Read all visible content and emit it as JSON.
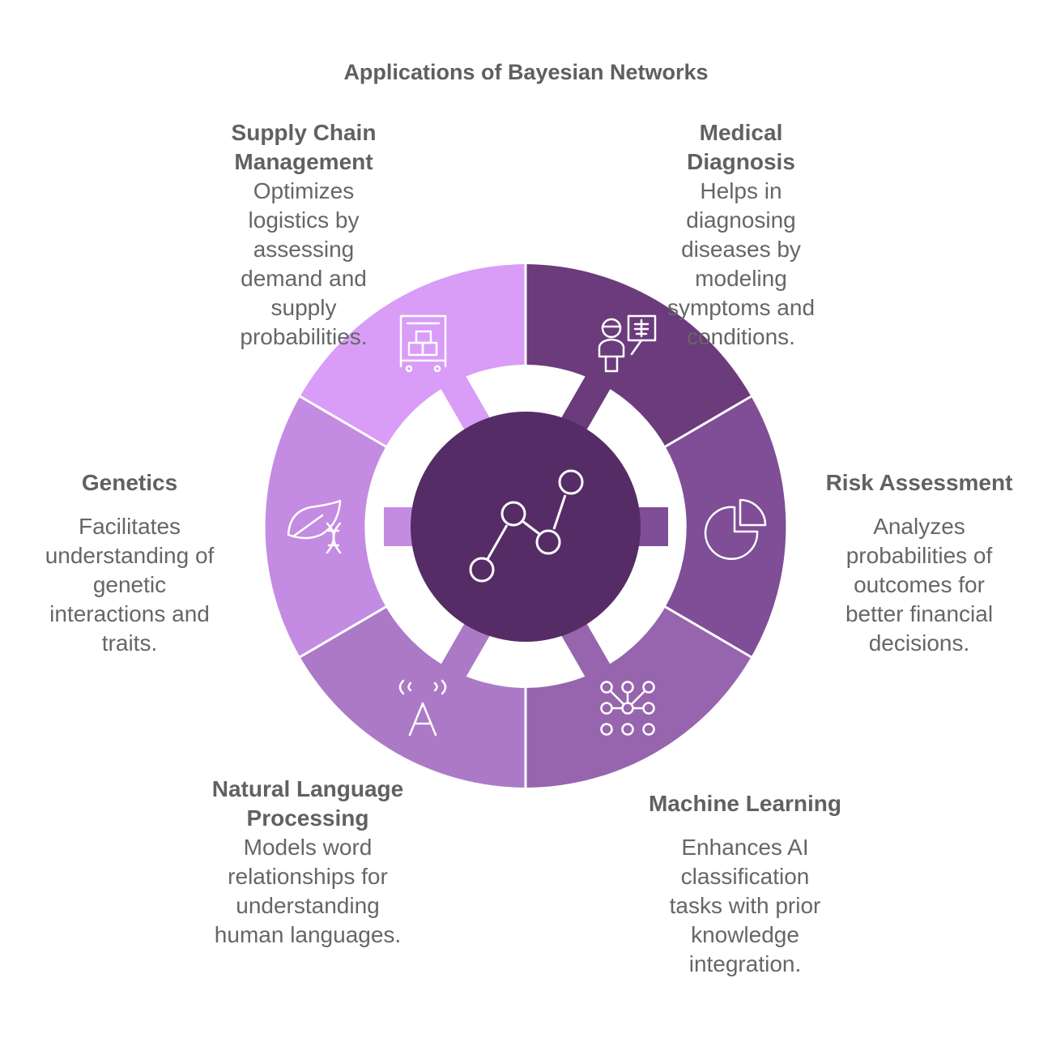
{
  "title": "Applications of Bayesian Networks",
  "colors": {
    "center": "#552c66",
    "medical": "#6b3b7c",
    "risk": "#7f4e96",
    "machine": "#9765ae",
    "nlp": "#ac79c7",
    "genetics": "#c48be2",
    "supply": "#d99cf7"
  },
  "center_icon": "network-graph-icon",
  "segments": [
    {
      "key": "supply",
      "title_lines": [
        "Supply Chain",
        "Management"
      ],
      "desc_lines": [
        "Optimizes",
        "logistics by",
        "assessing",
        "demand and",
        "supply",
        "probabilities."
      ],
      "icon": "hand-truck-boxes-icon"
    },
    {
      "key": "medical",
      "title_lines": [
        "Medical",
        "Diagnosis"
      ],
      "desc_lines": [
        "Helps in",
        "diagnosing",
        "diseases by",
        "modeling",
        "symptoms and",
        "conditions."
      ],
      "icon": "doctor-xray-icon"
    },
    {
      "key": "risk",
      "title_lines": [
        "Risk Assessment"
      ],
      "desc_lines": [
        "Analyzes",
        "probabilities of",
        "outcomes for",
        "better financial",
        "decisions."
      ],
      "icon": "pie-chart-icon"
    },
    {
      "key": "machine",
      "title_lines": [
        "Machine Learning"
      ],
      "desc_lines": [
        "Enhances AI",
        "classification",
        "tasks with prior",
        "knowledge",
        "integration."
      ],
      "icon": "neural-grid-icon"
    },
    {
      "key": "nlp",
      "title_lines": [
        "Natural Language",
        "Processing"
      ],
      "desc_lines": [
        "Models word",
        "relationships for",
        "understanding",
        "human languages."
      ],
      "icon": "voice-letter-icon"
    },
    {
      "key": "genetics",
      "title_lines": [
        "Genetics"
      ],
      "desc_lines": [
        "Facilitates",
        "understanding of",
        "genetic",
        "interactions and",
        "traits."
      ],
      "icon": "leaf-dna-icon"
    }
  ]
}
